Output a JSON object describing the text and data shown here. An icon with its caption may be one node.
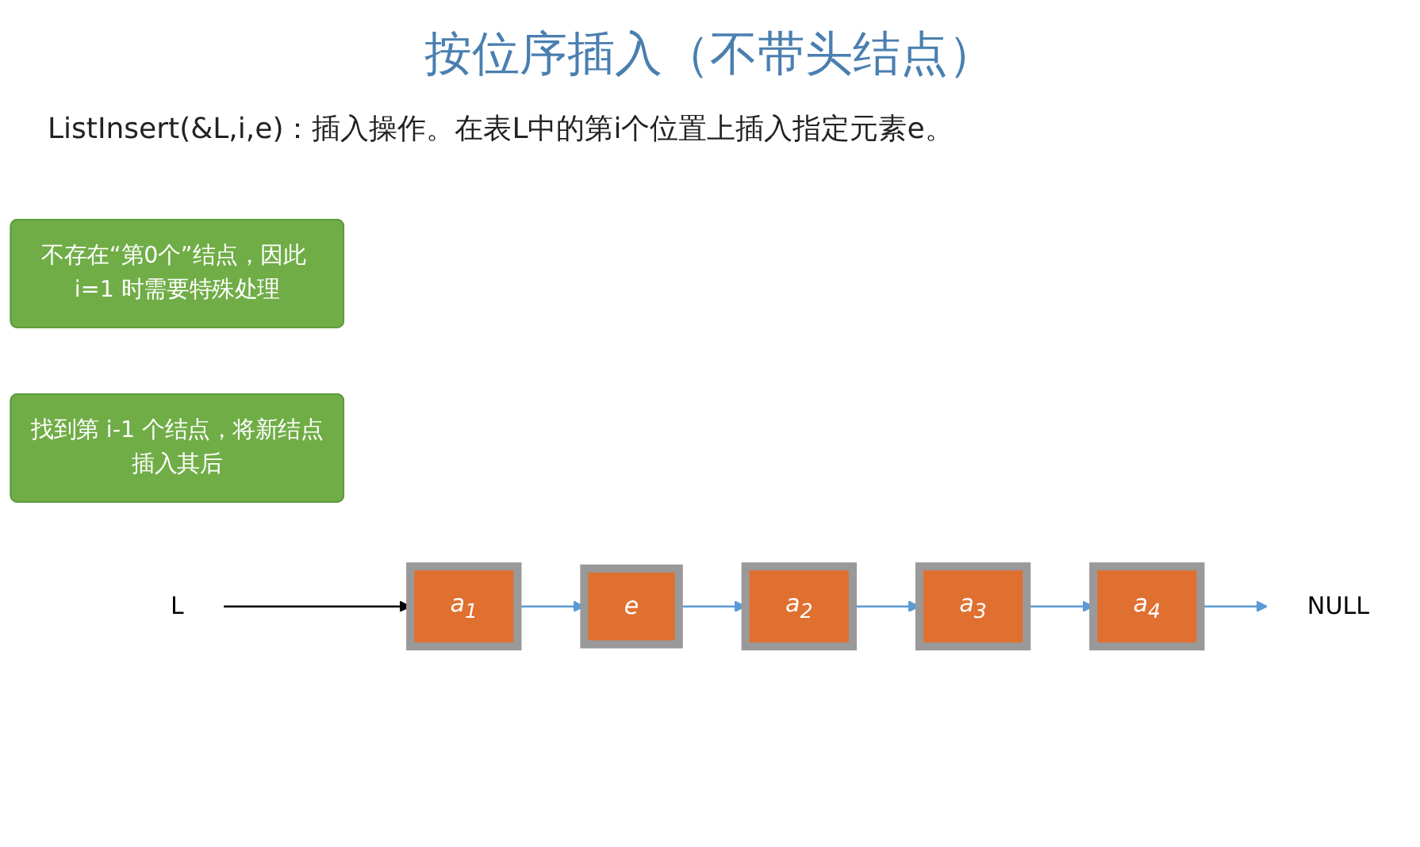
{
  "diagram": {
    "title": "按位序插入（不带头结点）",
    "nodes": [
      {
        "text": [
          "不存在“第0个”结点，因此 i=1 时需要特殊处理"
        ]
      },
      {
        "text": [
          "找到第 i-1 个结点，将新结点插入其后"
        ]
      },
      {
        "text": [
          "L"
        ]
      },
      {
        "text": [
          "a$_{1}$"
        ]
      },
      {
        "text": [
          "e"
        ]
      },
      {
        "text": [
          "a$_{2}$"
        ]
      },
      {
        "text": [
          "a$_{3}$"
        ]
      },
      {
        "text": [
          "a$_{4}$"
        ]
      },
      {
        "text": [
          "NULL"
        ]
      }
    ],
    "edges": [
      {
        "from": 2,
        "to": 3,
        "arrow": "to",
        "color": "#000000"
      },
      {
        "from": 3,
        "to": 4,
        "arrow": "to"
      },
      {
        "from": 4,
        "to": 5,
        "arrow": "to"
      },
      {
        "from": 5,
        "to": 6,
        "arrow": "to"
      },
      {
        "from": 6,
        "to": 7,
        "arrow": "to"
      },
      {
        "from": 7,
        "to": 8,
        "arrow": "to"
      }
    ],
    "labels": [
      "ListInsert(&L,i,e)：插入操作。在表L中的第i个位置上插入指定元素e。"
    ]
  }
}
